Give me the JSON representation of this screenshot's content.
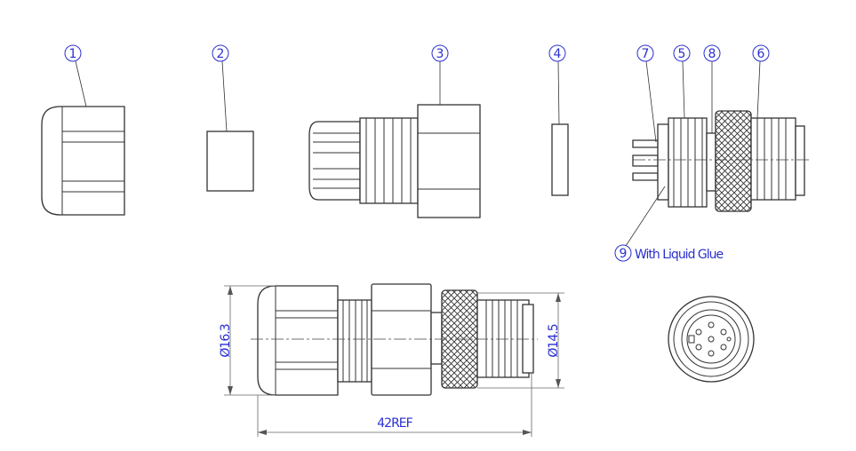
{
  "balloons": [
    "1",
    "2",
    "3",
    "4",
    "5",
    "6",
    "7",
    "8",
    "9"
  ],
  "note_9": "With Liquid Glue",
  "dimensions": {
    "dia_left": "Ø16.3",
    "dia_right": "Ø14.5",
    "length": "42REF"
  },
  "colors": {
    "annotation": "#2a2fd0",
    "line": "#333333"
  }
}
